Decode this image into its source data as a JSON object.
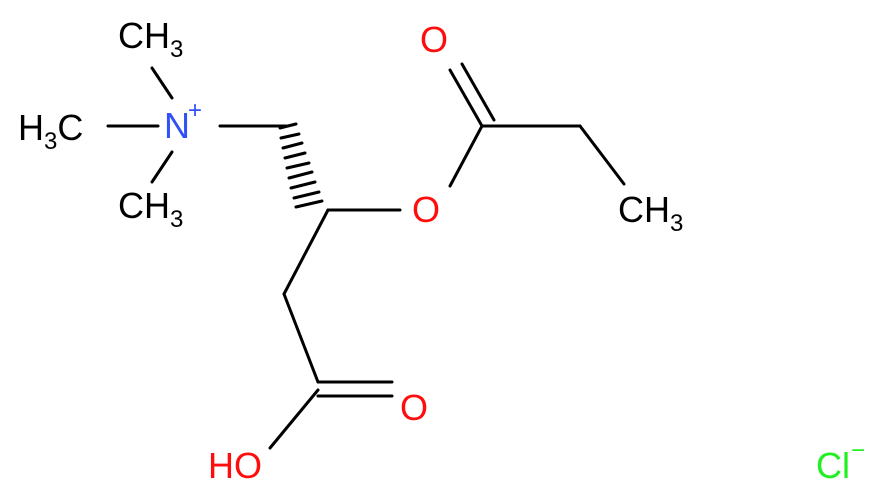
{
  "atoms": {
    "methyl_top": {
      "main": "CH",
      "sub": "3"
    },
    "methyl_left": {
      "pre": "H",
      "sub": "3",
      "main": "C"
    },
    "methyl_bottom": {
      "main": "CH",
      "sub": "3"
    },
    "nitrogen": {
      "main": "N",
      "charge": "+"
    },
    "ester_carbonyl_o": {
      "main": "O"
    },
    "ester_o": {
      "main": "O"
    },
    "ethyl_methyl": {
      "main": "CH",
      "sub": "3"
    },
    "acid_carbonyl_o": {
      "main": "O"
    },
    "hydroxyl": {
      "main": "HO"
    },
    "chloride": {
      "main": "Cl",
      "charge": "−"
    }
  },
  "colors": {
    "bond": "#000000",
    "nitrogen": "#3050f8",
    "oxygen": "#ff0d0d",
    "chlorine": "#1ff01f",
    "carbon_label": "#000000"
  },
  "stereo": {
    "c2_to_c1": "hashed-wedge"
  }
}
